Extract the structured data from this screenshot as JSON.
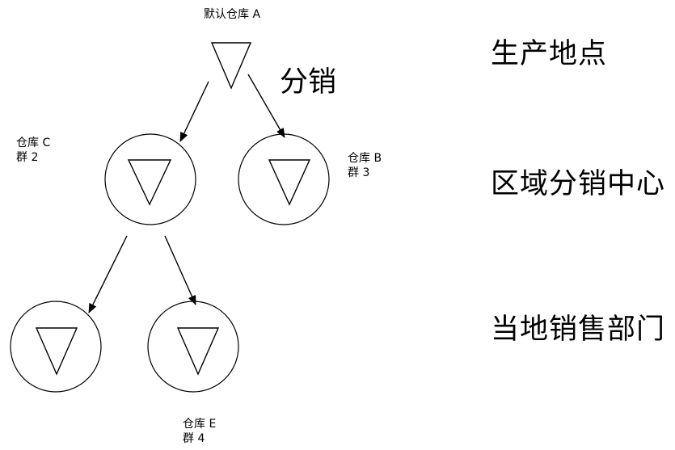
{
  "nodes": {
    "root": {
      "name": "默认仓库 A"
    },
    "c": {
      "name": "仓库 C",
      "group": "群 2"
    },
    "b": {
      "name": "仓库 B",
      "group": "群 3"
    },
    "e": {
      "name": "仓库 E",
      "group": "群 4"
    }
  },
  "edge_label": "分销",
  "levels": [
    "生产地点",
    "区域分销中心",
    "当地销售部门"
  ],
  "colors": {
    "stroke": "#000000",
    "background": "#ffffff",
    "text": "#000000"
  }
}
